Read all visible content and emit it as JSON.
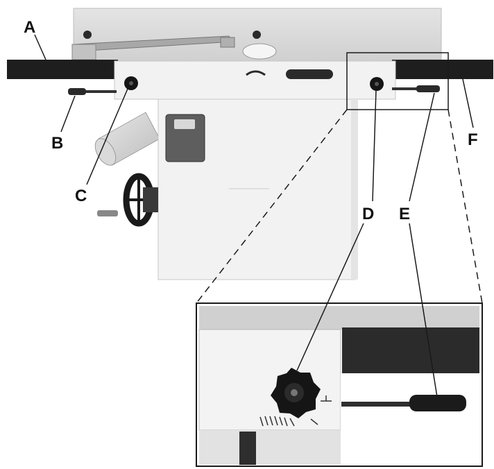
{
  "callouts": {
    "A": "A",
    "B": "B",
    "C": "C",
    "D": "D",
    "E": "E",
    "F": "F",
    "inset_D": "D",
    "inset_E": "E"
  },
  "colors": {
    "table_dark": "#1e1e1e",
    "fence_gray": "#d8d8d8",
    "body_white": "#f2f2f2",
    "knob_black": "#151515",
    "switch_gray": "#5e5e5e"
  },
  "icons": {
    "knob": "star-lock-knob",
    "handle": "tilt-handle",
    "handwheel": "hand-wheel"
  }
}
